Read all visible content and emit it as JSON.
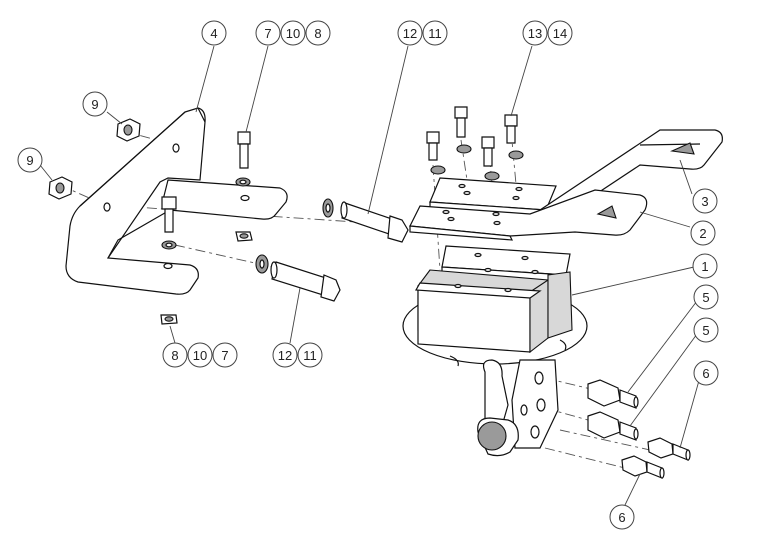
{
  "diagram": {
    "type": "exploded-assembly",
    "callouts": {
      "c4": "4",
      "c7a": "7",
      "c10a": "10",
      "c8a": "8",
      "c12a": "12",
      "c11a": "11",
      "c13": "13",
      "c14": "14",
      "c9a": "9",
      "c9b": "9",
      "c3": "3",
      "c2": "2",
      "c1": "1",
      "c5a": "5",
      "c5b": "5",
      "c6a": "6",
      "c6b": "6",
      "c8b": "8",
      "c10b": "10",
      "c7b": "7",
      "c12b": "12",
      "c11b": "11"
    }
  }
}
